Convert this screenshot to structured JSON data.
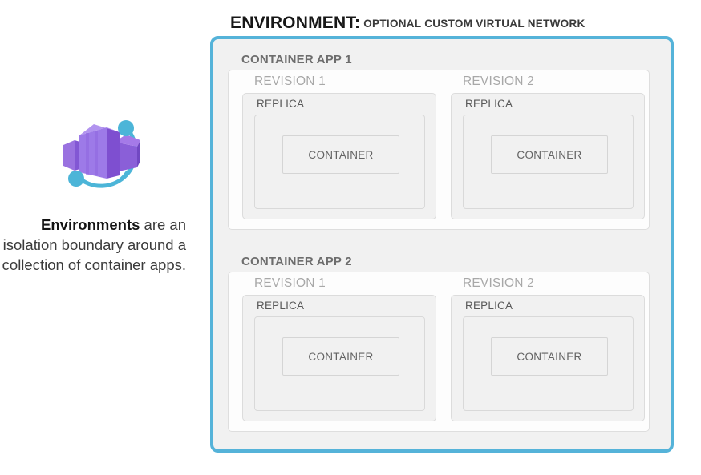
{
  "title": {
    "main": "ENVIRONMENT:",
    "sub": "OPTIONAL CUSTOM VIRTUAL NETWORK"
  },
  "caption": {
    "bold": "Environments",
    "rest": " are an isolation boundary around a collection of container apps."
  },
  "logo": {
    "name": "azure-container-apps-icon",
    "purple_dark": "#7d4fc8",
    "purple_mid": "#8f5fd6",
    "purple_light": "#a982e6",
    "accent_cyan": "#4cb5d8"
  },
  "colors": {
    "environment_border": "#55b3d9",
    "environment_fill": "#f1f1f1",
    "app_fill": "#fdfdfd",
    "box_border": "#dcdcdc",
    "app_label": "#6d6d6d",
    "revision_label": "#a8a8a8",
    "replica_label": "#585858",
    "container_label": "#636363"
  },
  "apps": [
    {
      "label": "CONTAINER APP 1",
      "revisions": [
        {
          "label": "REVISION 1",
          "replica_label": "REPLICA",
          "container_label": "CONTAINER"
        },
        {
          "label": "REVISION 2",
          "replica_label": "REPLICA",
          "container_label": "CONTAINER"
        }
      ]
    },
    {
      "label": "CONTAINER APP 2",
      "revisions": [
        {
          "label": "REVISION 1",
          "replica_label": "REPLICA",
          "container_label": "CONTAINER"
        },
        {
          "label": "REVISION 2",
          "replica_label": "REPLICA",
          "container_label": "CONTAINER"
        }
      ]
    }
  ]
}
